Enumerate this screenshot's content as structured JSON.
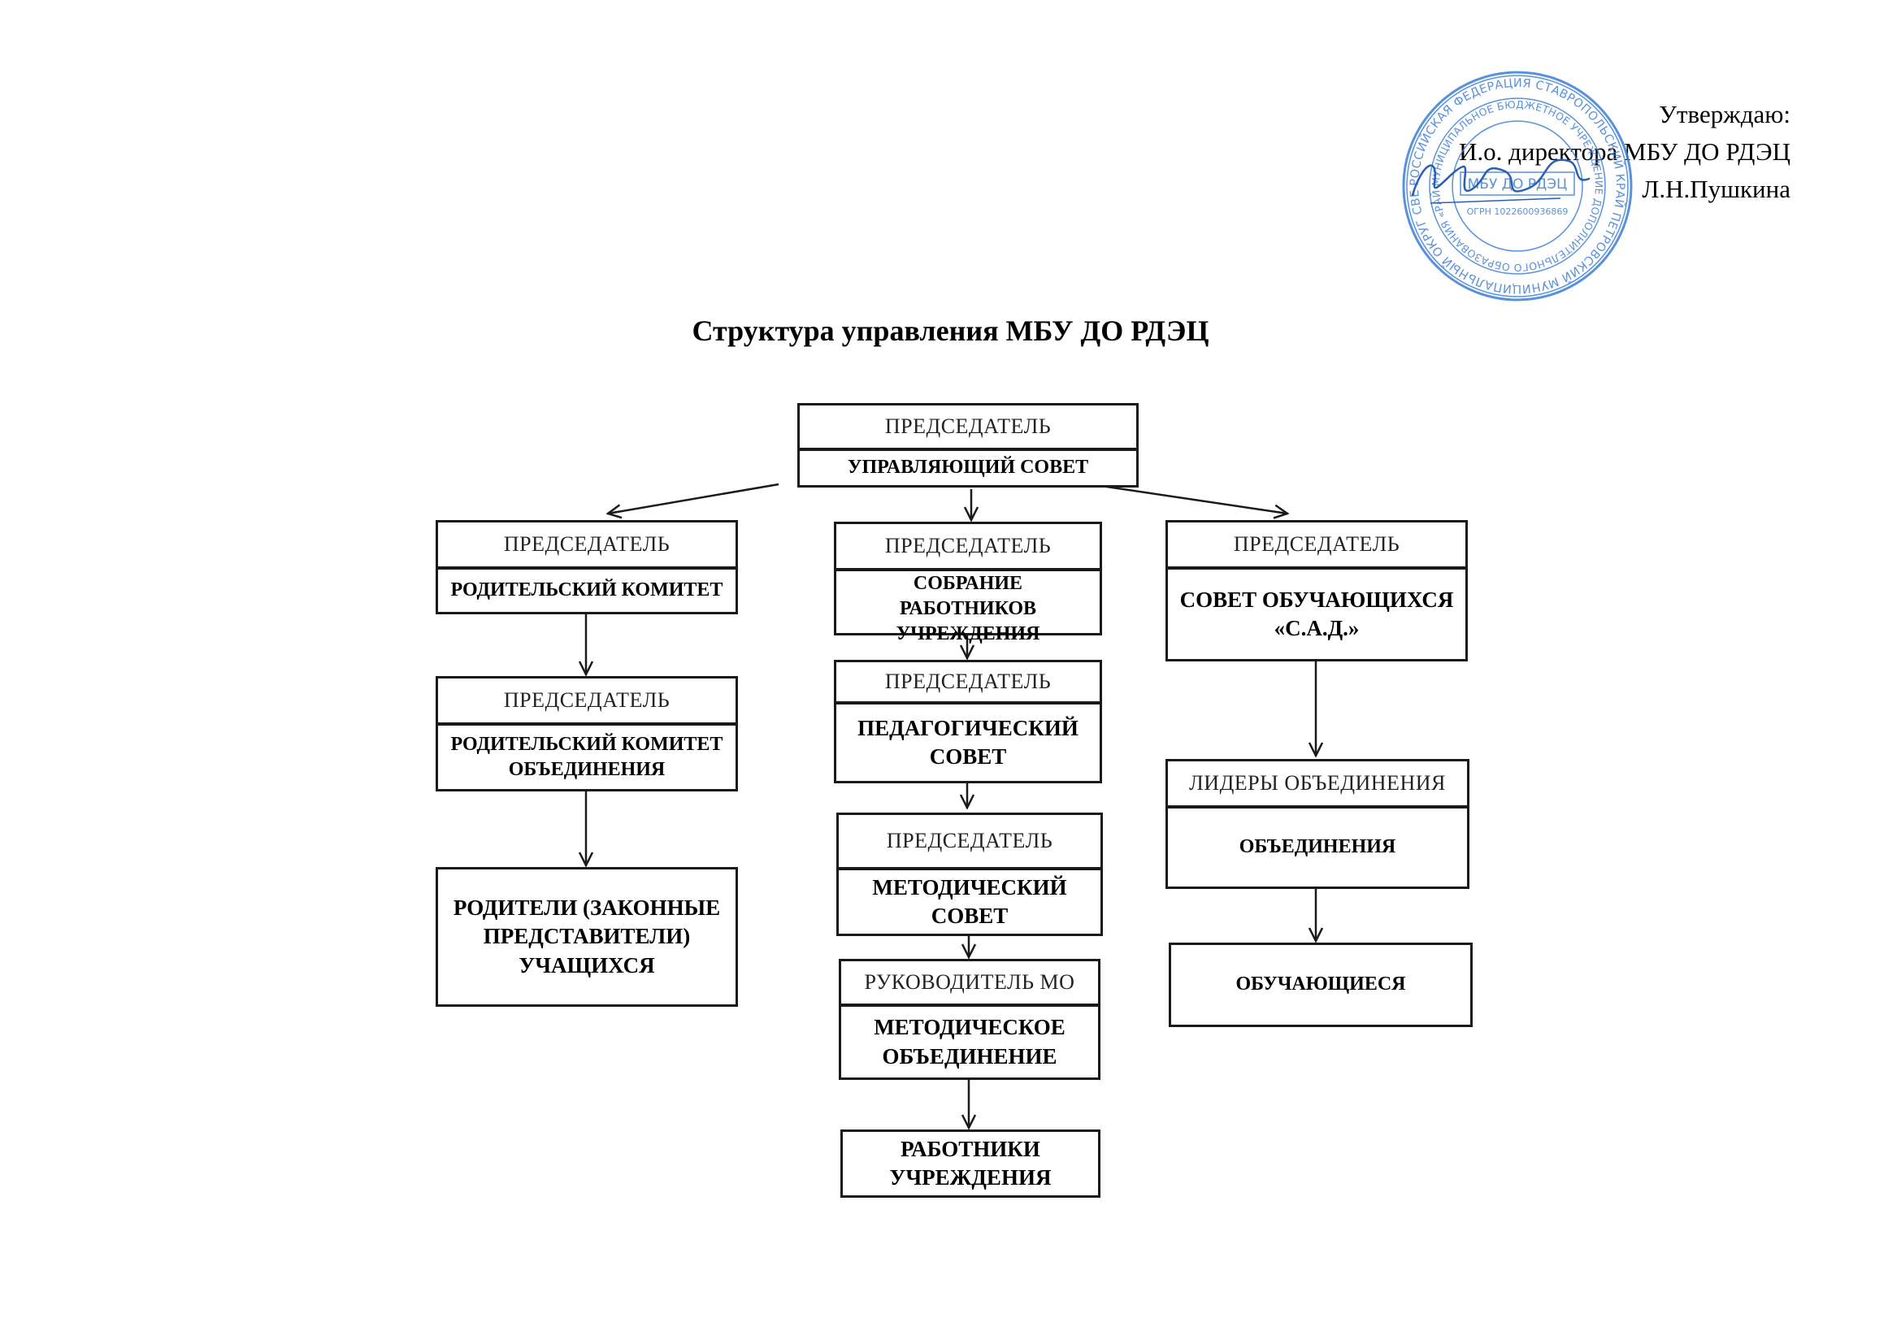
{
  "approval": {
    "line1": "Утверждаю:",
    "line2": "И.о. директора МБУ ДО РДЭЦ",
    "line3": "Л.Н.Пушкина"
  },
  "stamp": {
    "outer_text": "РОССИЙСКАЯ ФЕДЕРАЦИЯ СТАВРОПОЛЬСКИЙ КРАЙ ПЕТРОВСКИЙ МУНИЦИПАЛЬНЫЙ ОКРУГ СВЕТЛОГРАД",
    "inner_text": "МУНИЦИПАЛЬНОЕ БЮДЖЕТНОЕ УЧРЕЖДЕНИЕ ДОПОЛНИТЕЛЬНОГО ОБРАЗОВАНИЯ «РАЙОННЫЙ ДЕТСКИЙ ЭКОЛОГИЧЕСКИЙ ЦЕНТР»",
    "center_name": "МБУ ДО РДЭЦ",
    "ogrn": "ОГРН 1022600936869",
    "color": "#3d7fd6"
  },
  "title": "Структура управления МБУ ДО РДЭЦ",
  "boxes": {
    "top": {
      "head": "ПРЕДСЕДАТЕЛЬ",
      "body": "УПРАВЛЯЮЩИЙ СОВЕТ"
    },
    "parents_committee": {
      "head": "ПРЕДСЕДАТЕЛЬ",
      "body": "РОДИТЕЛЬСКИЙ КОМИТЕТ"
    },
    "parents_committee_assoc": {
      "head": "ПРЕДСЕДАТЕЛЬ",
      "body": "РОДИТЕЛЬСКИЙ КОМИТЕТ ОБЪЕДИНЕНИЯ"
    },
    "parents": {
      "body": "РОДИТЕЛИ (ЗАКОННЫЕ ПРЕДСТАВИТЕЛИ) УЧАЩИХСЯ"
    },
    "staff_meeting": {
      "head": "ПРЕДСЕДАТЕЛЬ",
      "body": "СОБРАНИЕ РАБОТНИКОВ УЧРЕЖДЕНИЯ"
    },
    "ped_council": {
      "head": "ПРЕДСЕДАТЕЛЬ",
      "body": "ПЕДАГОГИЧЕСКИЙ СОВЕТ"
    },
    "method_council": {
      "head": "ПРЕДСЕДАТЕЛЬ",
      "body": "МЕТОДИЧЕСКИЙ СОВЕТ"
    },
    "method_assoc": {
      "head": "РУКОВОДИТЕЛЬ МО",
      "body": "МЕТОДИЧЕСКОЕ ОБЪЕДИНЕНИЕ"
    },
    "staff": {
      "body": "РАБОТНИКИ УЧРЕЖДЕНИЯ"
    },
    "students_council": {
      "head": "ПРЕДСЕДАТЕЛЬ",
      "body": "СОВЕТ ОБУЧАЮЩИХСЯ «С.А.Д.»"
    },
    "assoc": {
      "head": "ЛИДЕРЫ ОБЪЕДИНЕНИЯ",
      "body": "ОБЪЕДИНЕНИЯ"
    },
    "students": {
      "body": "ОБУЧАЮЩИЕСЯ"
    }
  }
}
